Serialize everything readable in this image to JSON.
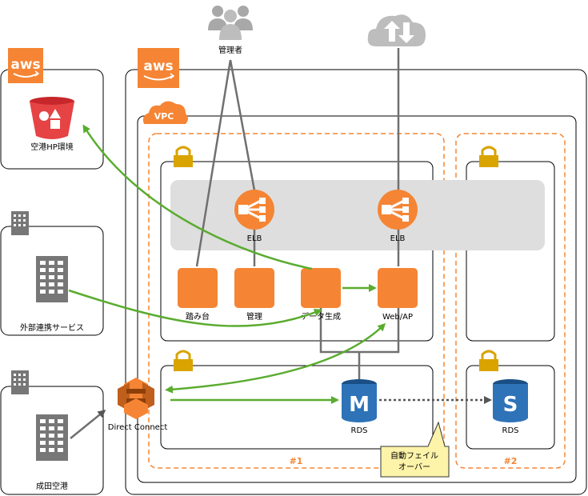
{
  "aws_label": "aws",
  "vpc_label": "VPC",
  "nodes": {
    "admin": "管理者",
    "airport_hp": "空港HP環境",
    "external_service": "外部連携サービス",
    "narita": "成田空港",
    "direct_connect": "Direct Connect",
    "elb_left": "ELB",
    "elb_right": "ELB",
    "bastion": "踏み台",
    "management": "管理",
    "data_gen": "データ生成",
    "webap": "Web/AP",
    "rds_master": "RDS",
    "rds_standby": "RDS",
    "rds_master_letter": "M",
    "rds_standby_letter": "S"
  },
  "zones": {
    "az1": "#1",
    "az2": "#2"
  },
  "callout": {
    "line1": "自動フェイル",
    "line2": "オーバー"
  },
  "colors": {
    "aws_orange": "#f58534",
    "green_arrow": "#5aac2f",
    "gray_line": "#707070",
    "lock_gold": "#d9a300",
    "rds_blue": "#2e73b8",
    "callout_fill": "#fdf3a9"
  }
}
